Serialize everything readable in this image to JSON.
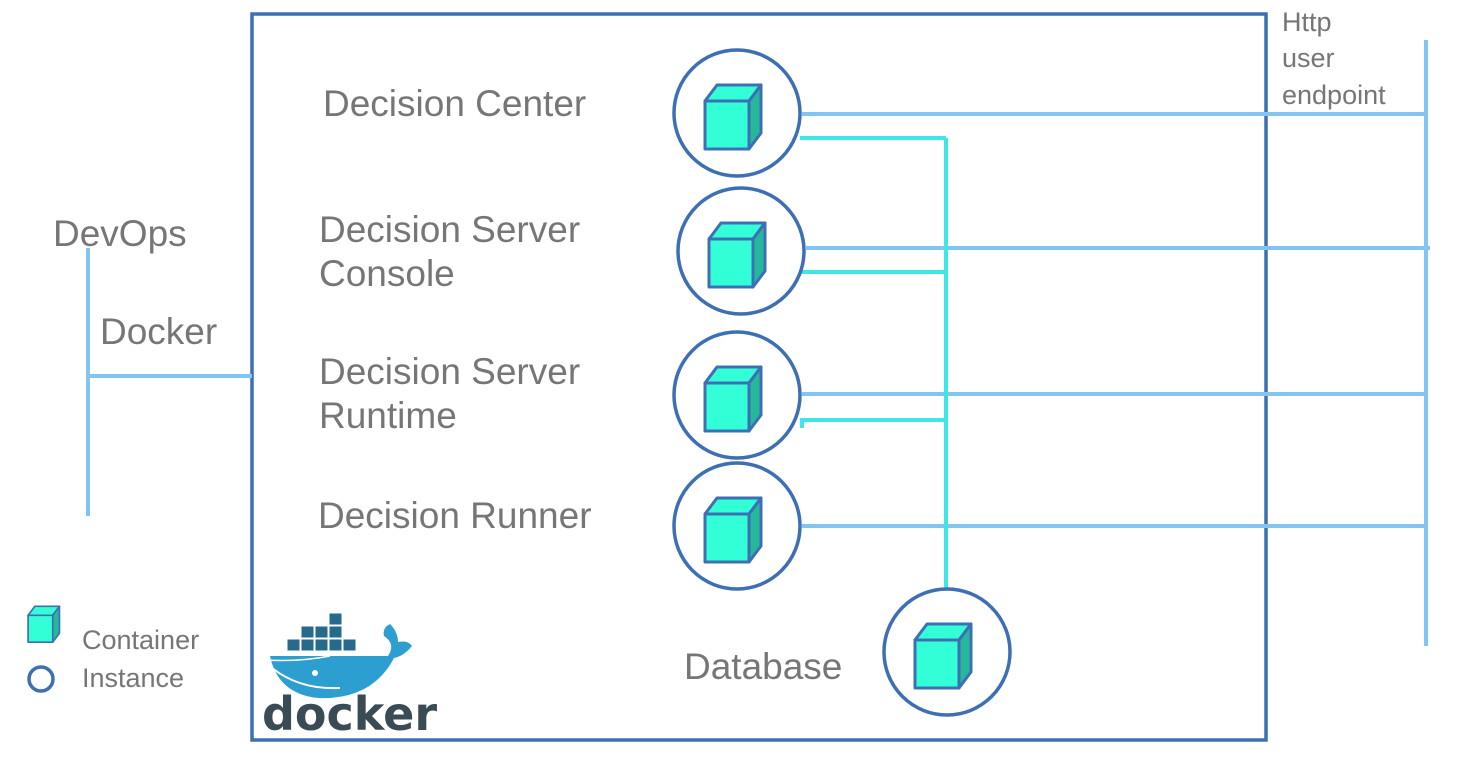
{
  "colors": {
    "frame": "#3d6fb4",
    "light_line": "#82c4f2",
    "teal_line": "#3fe6e6",
    "cube_front": "#33ffd6",
    "cube_side": "#25b89a",
    "text": "#767676"
  },
  "labels": {
    "devops": "DevOps",
    "docker": "Docker",
    "http_endpoint": "Http\nuser\nendpoint"
  },
  "components": [
    {
      "id": "decision-center",
      "label": "Decision Center",
      "icon": "container-instance-icon"
    },
    {
      "id": "decision-server-console",
      "label": "Decision Server\nConsole",
      "icon": "container-instance-icon"
    },
    {
      "id": "decision-server-runtime",
      "label": "Decision Server\nRuntime",
      "icon": "container-instance-icon"
    },
    {
      "id": "decision-runner",
      "label": "Decision Runner",
      "icon": "container-instance-icon"
    },
    {
      "id": "database",
      "label": "Database",
      "icon": "container-instance-icon"
    }
  ],
  "legend": {
    "container": "Container",
    "instance": "Instance"
  },
  "logo": {
    "wordmark": "docker",
    "icon": "docker-whale-icon"
  }
}
